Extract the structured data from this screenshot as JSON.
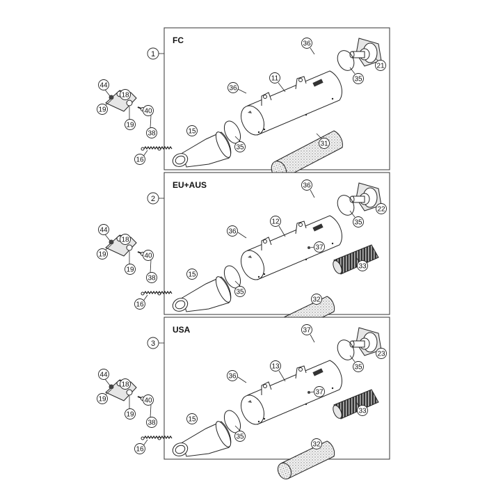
{
  "panels": [
    {
      "number": "1",
      "title": "FC",
      "callouts": [
        "36",
        "11",
        "21",
        "36",
        "35",
        "15",
        "35",
        "31"
      ],
      "side_callouts": [
        "44",
        "18",
        "19",
        "19",
        "40",
        "38",
        "16"
      ]
    },
    {
      "number": "2",
      "title": "EU+AUS",
      "callouts": [
        "36",
        "12",
        "22",
        "36",
        "35",
        "37",
        "33",
        "15",
        "35",
        "32"
      ],
      "side_callouts": [
        "44",
        "18",
        "19",
        "19",
        "40",
        "38",
        "16"
      ]
    },
    {
      "number": "3",
      "title": "USA",
      "callouts": [
        "37",
        "13",
        "23",
        "36",
        "35",
        "37",
        "33",
        "15",
        "35",
        "32"
      ],
      "side_callouts": [
        "44",
        "18",
        "19",
        "19",
        "40",
        "38",
        "16"
      ]
    }
  ]
}
